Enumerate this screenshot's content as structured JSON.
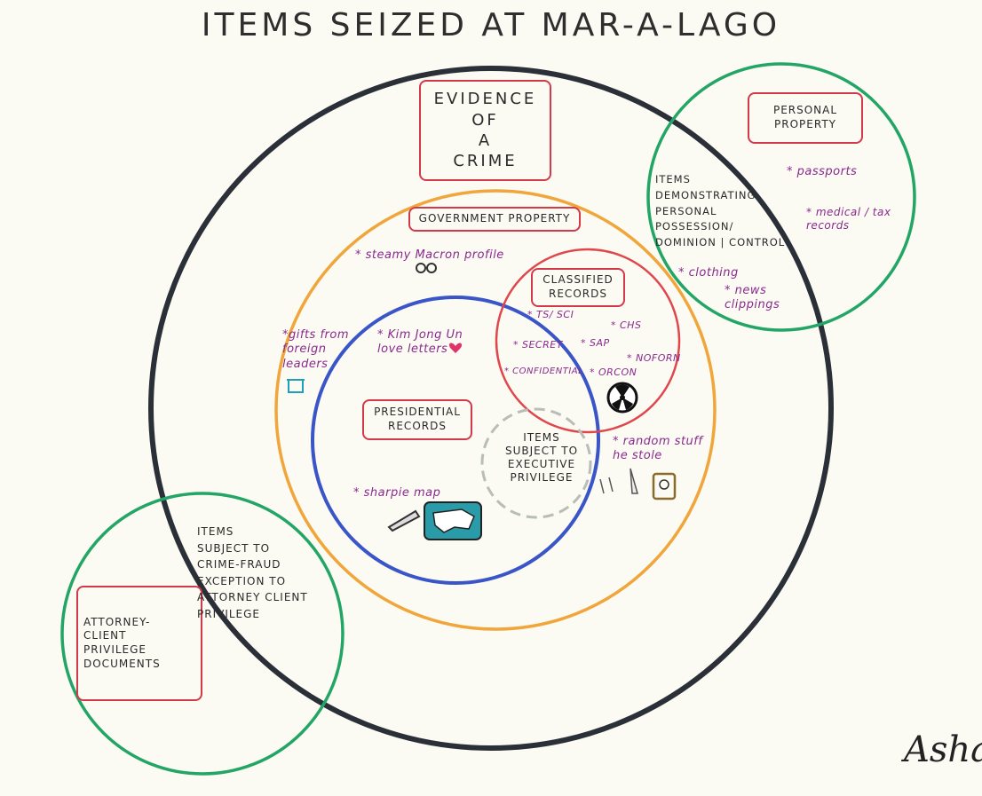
{
  "title": "ITEMS SEIZED AT MAR-A-LAGO",
  "colors": {
    "evidence_circle": "#2b3038",
    "government_circle": "#f0a63a",
    "presidential_circle": "#3a55c8",
    "classified_circle": "#e0474c",
    "executive_circle": "#b8bdb8",
    "personal_circle": "#22a565",
    "attorney_circle": "#22a565",
    "label_box": "#d23a4a",
    "annotation": "#8a2a8e"
  },
  "labels": {
    "evidence": "EVIDENCE\nOF\nA\nCRIME",
    "government": "GOVERNMENT PROPERTY",
    "classified": "CLASSIFIED\nRECORDS",
    "presidential": "PRESIDENTIAL\nRECORDS",
    "personal": "PERSONAL\nPROPERTY",
    "attorney": "ATTORNEY-\nCLIENT\nPRIVILEGE\nDOCUMENTS"
  },
  "texts": {
    "executive": "ITEMS\nSUBJECT TO\nEXECUTIVE\nPRIVILEGE",
    "possession": "ITEMS\nDEMONSTRATING\nPERSONAL\nPOSSESSION/\nDOMINION | CONTROL",
    "crime_fraud": "ITEMS\nSUBJECT TO\nCRIME-FRAUD\nEXCEPTION TO\nATTORNEY CLIENT\nPRIVILEGE"
  },
  "annotations": {
    "macron": "* steamy Macron profile",
    "gifts": "*gifts from\nforeign\nleaders",
    "kim": "* Kim Jong Un\nlove letters",
    "sharpie": "* sharpie map",
    "random": "* random stuff\nhe stole",
    "passports": "* passports",
    "medical": "* medical / tax\nrecords",
    "clothing": "* clothing",
    "news": "* news\nclippings",
    "ts_sci": "* TS/ SCI",
    "chs": "* CHS",
    "secret": "* SECRET",
    "sap": "* SAP",
    "noforn": "* NOFORN",
    "confidential": "* CONFIDENTIAL",
    "orcon": "* ORCON"
  },
  "signature": "Asha"
}
